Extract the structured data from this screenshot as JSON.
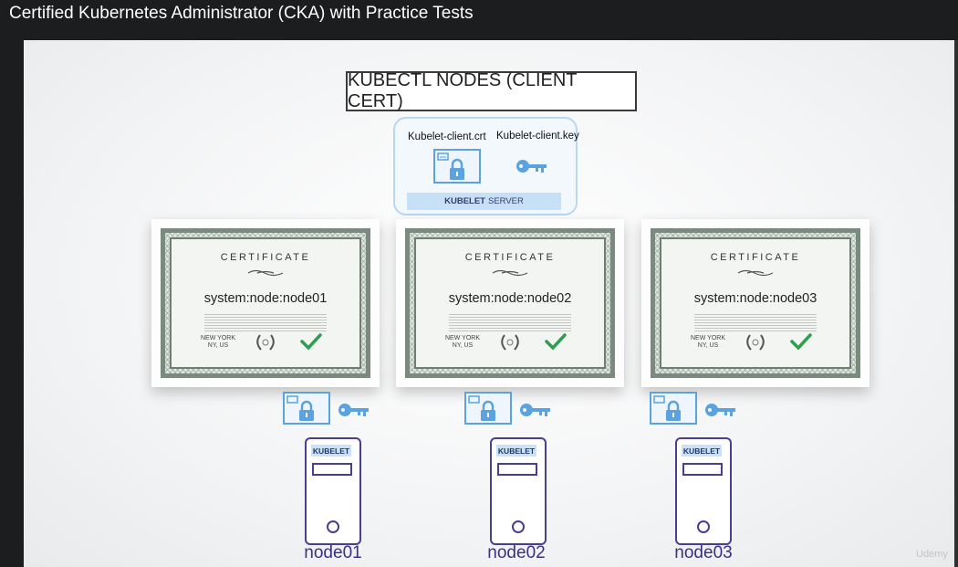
{
  "window": {
    "title": "Certified Kubernetes Administrator (CKA) with Practice Tests"
  },
  "slide": {
    "heading": "KUBECTL NODES (CLIENT CERT)",
    "kubelet_server": {
      "crt_file": "Kubelet-client.crt",
      "key_file": "Kubelet-client.key",
      "bar_bold": "KUBELET",
      "bar_text": "SERVER"
    },
    "certificates": [
      {
        "heading": "CERTIFICATE",
        "name": "system:node:node01",
        "city_line1": "NEW YORK",
        "city_line2": "NY, US"
      },
      {
        "heading": "CERTIFICATE",
        "name": "system:node:node02",
        "city_line1": "NEW YORK",
        "city_line2": "NY, US"
      },
      {
        "heading": "CERTIFICATE",
        "name": "system:node:node03",
        "city_line1": "NEW YORK",
        "city_line2": "NY, US"
      }
    ],
    "nodes": [
      {
        "badge": "KUBELET",
        "label": "node01"
      },
      {
        "badge": "KUBELET",
        "label": "node02"
      },
      {
        "badge": "KUBELET",
        "label": "node03"
      }
    ],
    "watermark": "Udemy"
  },
  "colors": {
    "accent_blue": "#5aa3e0",
    "server_purple": "#4b3d8f",
    "check_green": "#2e9e4f"
  },
  "icons": [
    "certificate-lock-icon",
    "key-icon",
    "laurel-wreath-icon",
    "checkmark-icon",
    "flourish-icon"
  ]
}
